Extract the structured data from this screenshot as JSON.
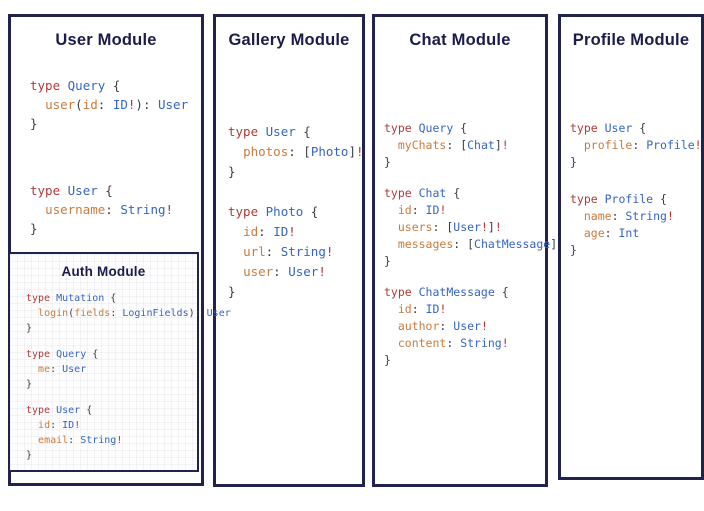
{
  "colors": {
    "panel_border": "#22224f",
    "title_text": "#1b1b4c",
    "code_keyword": "#ae3b38",
    "code_type": "#3566c2",
    "code_field": "#c87b3e",
    "code_punct": "#3d3d46",
    "code_bang": "#b5352e"
  },
  "panels": [
    {
      "id": "user",
      "title": "User Module",
      "blocks": [
        [
          [
            {
              "t": "type ",
              "c": "kw"
            },
            {
              "t": "Query ",
              "c": "ty"
            },
            {
              "t": "{",
              "c": "pn"
            }
          ],
          [
            {
              "t": "  ",
              "c": "pn"
            },
            {
              "t": "user",
              "c": "fld"
            },
            {
              "t": "(",
              "c": "pn"
            },
            {
              "t": "id",
              "c": "fld"
            },
            {
              "t": ": ",
              "c": "pn"
            },
            {
              "t": "ID",
              "c": "ty"
            },
            {
              "t": "!",
              "c": "bang"
            },
            {
              "t": "): ",
              "c": "pn"
            },
            {
              "t": "User",
              "c": "ty"
            }
          ],
          [
            {
              "t": "}",
              "c": "pn"
            }
          ]
        ],
        [
          [
            {
              "t": "type ",
              "c": "kw"
            },
            {
              "t": "User ",
              "c": "ty"
            },
            {
              "t": "{",
              "c": "pn"
            }
          ],
          [
            {
              "t": "  ",
              "c": "pn"
            },
            {
              "t": "username",
              "c": "fld"
            },
            {
              "t": ": ",
              "c": "pn"
            },
            {
              "t": "String",
              "c": "ty"
            },
            {
              "t": "!",
              "c": "bang"
            }
          ],
          [
            {
              "t": "}",
              "c": "pn"
            }
          ]
        ]
      ]
    },
    {
      "id": "gallery",
      "title": "Gallery Module",
      "blocks": [
        [
          [
            {
              "t": "type ",
              "c": "kw"
            },
            {
              "t": "User ",
              "c": "ty"
            },
            {
              "t": "{",
              "c": "pn"
            }
          ],
          [
            {
              "t": "  ",
              "c": "pn"
            },
            {
              "t": "photos",
              "c": "fld"
            },
            {
              "t": ": ",
              "c": "pn"
            },
            {
              "t": "[",
              "c": "pn"
            },
            {
              "t": "Photo",
              "c": "ty"
            },
            {
              "t": "]",
              "c": "pn"
            },
            {
              "t": "!",
              "c": "bang"
            }
          ],
          [
            {
              "t": "}",
              "c": "pn"
            }
          ]
        ],
        [
          [
            {
              "t": "type ",
              "c": "kw"
            },
            {
              "t": "Photo ",
              "c": "ty"
            },
            {
              "t": "{",
              "c": "pn"
            }
          ],
          [
            {
              "t": "  ",
              "c": "pn"
            },
            {
              "t": "id",
              "c": "fld"
            },
            {
              "t": ": ",
              "c": "pn"
            },
            {
              "t": "ID",
              "c": "ty"
            },
            {
              "t": "!",
              "c": "bang"
            }
          ],
          [
            {
              "t": "  ",
              "c": "pn"
            },
            {
              "t": "url",
              "c": "fld"
            },
            {
              "t": ": ",
              "c": "pn"
            },
            {
              "t": "String",
              "c": "ty"
            },
            {
              "t": "!",
              "c": "bang"
            }
          ],
          [
            {
              "t": "  ",
              "c": "pn"
            },
            {
              "t": "user",
              "c": "fld"
            },
            {
              "t": ": ",
              "c": "pn"
            },
            {
              "t": "User",
              "c": "ty"
            },
            {
              "t": "!",
              "c": "bang"
            }
          ],
          [
            {
              "t": "}",
              "c": "pn"
            }
          ]
        ]
      ]
    },
    {
      "id": "chat",
      "title": "Chat Module",
      "blocks": [
        [
          [
            {
              "t": "type ",
              "c": "kw"
            },
            {
              "t": "Query ",
              "c": "ty"
            },
            {
              "t": "{",
              "c": "pn"
            }
          ],
          [
            {
              "t": "  ",
              "c": "pn"
            },
            {
              "t": "myChats",
              "c": "fld"
            },
            {
              "t": ": ",
              "c": "pn"
            },
            {
              "t": "[",
              "c": "pn"
            },
            {
              "t": "Chat",
              "c": "ty"
            },
            {
              "t": "]",
              "c": "pn"
            },
            {
              "t": "!",
              "c": "bang"
            }
          ],
          [
            {
              "t": "}",
              "c": "pn"
            }
          ]
        ],
        [
          [
            {
              "t": "type ",
              "c": "kw"
            },
            {
              "t": "Chat ",
              "c": "ty"
            },
            {
              "t": "{",
              "c": "pn"
            }
          ],
          [
            {
              "t": "  ",
              "c": "pn"
            },
            {
              "t": "id",
              "c": "fld"
            },
            {
              "t": ": ",
              "c": "pn"
            },
            {
              "t": "ID",
              "c": "ty"
            },
            {
              "t": "!",
              "c": "bang"
            }
          ],
          [
            {
              "t": "  ",
              "c": "pn"
            },
            {
              "t": "users",
              "c": "fld"
            },
            {
              "t": ": ",
              "c": "pn"
            },
            {
              "t": "[",
              "c": "pn"
            },
            {
              "t": "User",
              "c": "ty"
            },
            {
              "t": "!",
              "c": "bang"
            },
            {
              "t": "]",
              "c": "pn"
            },
            {
              "t": "!",
              "c": "bang"
            }
          ],
          [
            {
              "t": "  ",
              "c": "pn"
            },
            {
              "t": "messages",
              "c": "fld"
            },
            {
              "t": ": ",
              "c": "pn"
            },
            {
              "t": "[",
              "c": "pn"
            },
            {
              "t": "ChatMessage",
              "c": "ty"
            },
            {
              "t": "]",
              "c": "pn"
            },
            {
              "t": "!",
              "c": "bang"
            }
          ],
          [
            {
              "t": "}",
              "c": "pn"
            }
          ]
        ],
        [
          [
            {
              "t": "type ",
              "c": "kw"
            },
            {
              "t": "ChatMessage ",
              "c": "ty"
            },
            {
              "t": "{",
              "c": "pn"
            }
          ],
          [
            {
              "t": "  ",
              "c": "pn"
            },
            {
              "t": "id",
              "c": "fld"
            },
            {
              "t": ": ",
              "c": "pn"
            },
            {
              "t": "ID",
              "c": "ty"
            },
            {
              "t": "!",
              "c": "bang"
            }
          ],
          [
            {
              "t": "  ",
              "c": "pn"
            },
            {
              "t": "author",
              "c": "fld"
            },
            {
              "t": ": ",
              "c": "pn"
            },
            {
              "t": "User",
              "c": "ty"
            },
            {
              "t": "!",
              "c": "bang"
            }
          ],
          [
            {
              "t": "  ",
              "c": "pn"
            },
            {
              "t": "content",
              "c": "fld"
            },
            {
              "t": ": ",
              "c": "pn"
            },
            {
              "t": "String",
              "c": "ty"
            },
            {
              "t": "!",
              "c": "bang"
            }
          ],
          [
            {
              "t": "}",
              "c": "pn"
            }
          ]
        ]
      ]
    },
    {
      "id": "profile",
      "title": "Profile Module",
      "blocks": [
        [
          [
            {
              "t": "type ",
              "c": "kw"
            },
            {
              "t": "User ",
              "c": "ty"
            },
            {
              "t": "{",
              "c": "pn"
            }
          ],
          [
            {
              "t": "  ",
              "c": "pn"
            },
            {
              "t": "profile",
              "c": "fld"
            },
            {
              "t": ": ",
              "c": "pn"
            },
            {
              "t": "Profile",
              "c": "ty"
            },
            {
              "t": "!",
              "c": "bang"
            }
          ],
          [
            {
              "t": "}",
              "c": "pn"
            }
          ]
        ],
        [
          [
            {
              "t": "type ",
              "c": "kw"
            },
            {
              "t": "Profile ",
              "c": "ty"
            },
            {
              "t": "{",
              "c": "pn"
            }
          ],
          [
            {
              "t": "  ",
              "c": "pn"
            },
            {
              "t": "name",
              "c": "fld"
            },
            {
              "t": ": ",
              "c": "pn"
            },
            {
              "t": "String",
              "c": "ty"
            },
            {
              "t": "!",
              "c": "bang"
            }
          ],
          [
            {
              "t": "  ",
              "c": "pn"
            },
            {
              "t": "age",
              "c": "fld"
            },
            {
              "t": ": ",
              "c": "pn"
            },
            {
              "t": "Int",
              "c": "ty"
            }
          ],
          [
            {
              "t": "}",
              "c": "pn"
            }
          ]
        ]
      ]
    },
    {
      "id": "auth",
      "title": "Auth Module",
      "blocks": [
        [
          [
            {
              "t": "type ",
              "c": "kw"
            },
            {
              "t": "Mutation ",
              "c": "ty"
            },
            {
              "t": "{",
              "c": "pn"
            }
          ],
          [
            {
              "t": "  ",
              "c": "pn"
            },
            {
              "t": "login",
              "c": "fld"
            },
            {
              "t": "(",
              "c": "pn"
            },
            {
              "t": "fields",
              "c": "fld"
            },
            {
              "t": ": ",
              "c": "pn"
            },
            {
              "t": "LoginFields",
              "c": "ty"
            },
            {
              "t": "): ",
              "c": "pn"
            },
            {
              "t": "User",
              "c": "ty"
            }
          ],
          [
            {
              "t": "}",
              "c": "pn"
            }
          ]
        ],
        [
          [
            {
              "t": "type ",
              "c": "kw"
            },
            {
              "t": "Query ",
              "c": "ty"
            },
            {
              "t": "{",
              "c": "pn"
            }
          ],
          [
            {
              "t": "  ",
              "c": "pn"
            },
            {
              "t": "me",
              "c": "fld"
            },
            {
              "t": ": ",
              "c": "pn"
            },
            {
              "t": "User",
              "c": "ty"
            }
          ],
          [
            {
              "t": "}",
              "c": "pn"
            }
          ]
        ],
        [
          [
            {
              "t": "type ",
              "c": "kw"
            },
            {
              "t": "User ",
              "c": "ty"
            },
            {
              "t": "{",
              "c": "pn"
            }
          ],
          [
            {
              "t": "  ",
              "c": "pn"
            },
            {
              "t": "id",
              "c": "fld"
            },
            {
              "t": ": ",
              "c": "pn"
            },
            {
              "t": "ID",
              "c": "ty"
            },
            {
              "t": "!",
              "c": "bang"
            }
          ],
          [
            {
              "t": "  ",
              "c": "pn"
            },
            {
              "t": "email",
              "c": "fld"
            },
            {
              "t": ": ",
              "c": "pn"
            },
            {
              "t": "String",
              "c": "ty"
            },
            {
              "t": "!",
              "c": "bang"
            }
          ],
          [
            {
              "t": "}",
              "c": "pn"
            }
          ]
        ]
      ]
    }
  ]
}
